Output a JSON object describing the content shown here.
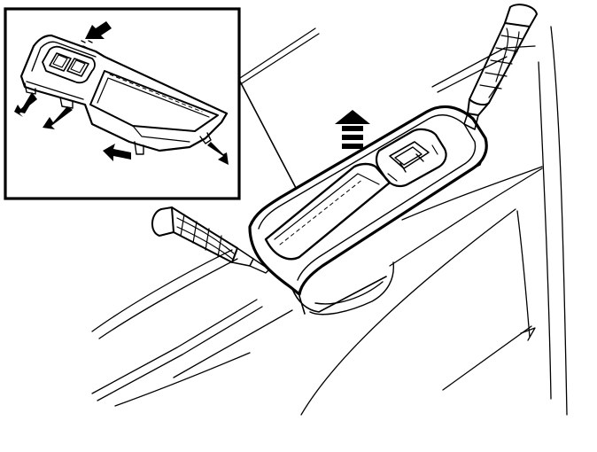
{
  "diagram": {
    "colors": {
      "line": "#000000",
      "background": "#ffffff"
    },
    "inset_arrow_count": 5,
    "lift_arrow_count": 1,
    "tool_count": 2
  }
}
